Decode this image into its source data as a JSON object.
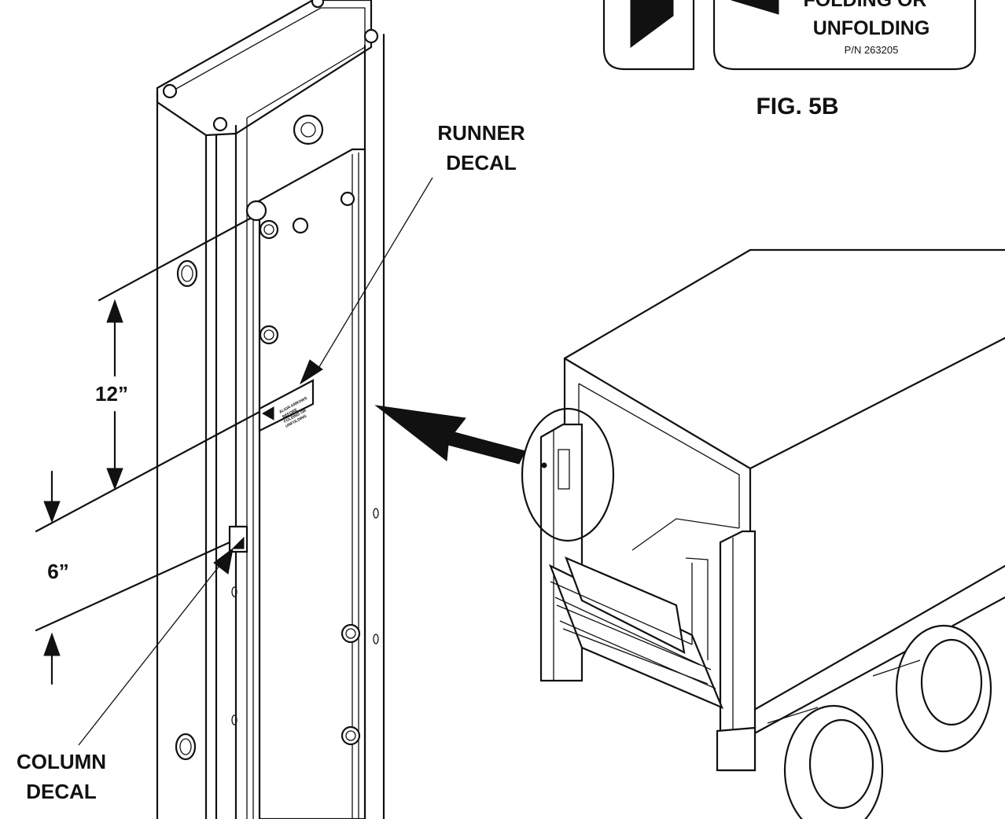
{
  "figure_label": "FIG. 5B",
  "decal_inset": {
    "line1": "FOLDING OR",
    "line2": "UNFOLDING",
    "part_number": "P/N 263205"
  },
  "callouts": {
    "runner_decal": [
      "RUNNER",
      "DECAL"
    ],
    "column_decal": [
      "COLUMN",
      "DECAL"
    ]
  },
  "dimensions": {
    "upper": "12”",
    "lower": "6”"
  },
  "small_decal_text": [
    "ALIGN ARROWS",
    "BEFORE",
    "FOLDING OR",
    "UNFOLDING"
  ]
}
